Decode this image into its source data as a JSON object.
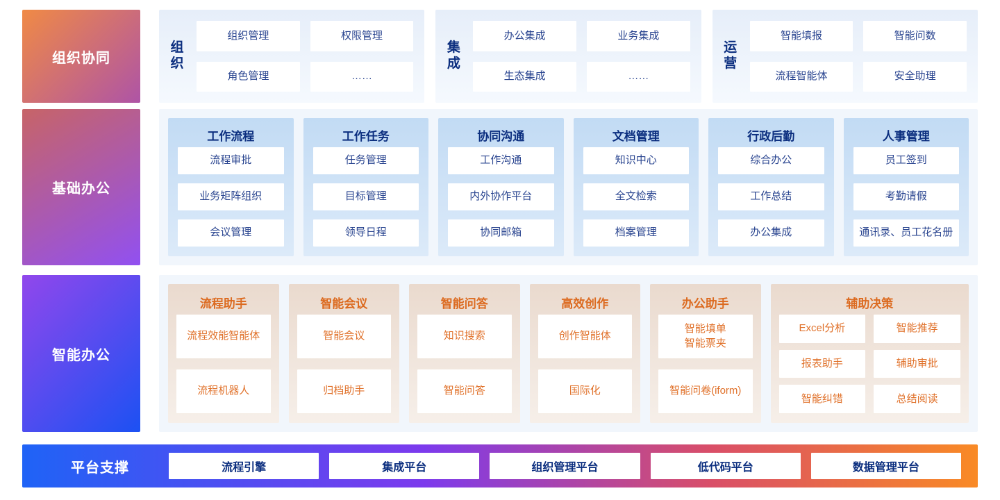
{
  "theme": {
    "navy_header": "#0B2E7F",
    "navy_text": "#2A4590",
    "orange_header": "#DC6A1F",
    "orange_text": "#E0712A",
    "row_panel_bg": "#F1F6FC",
    "blue_panel_top": "#E6EEF9",
    "blue_panel_bottom": "#F5F9FE",
    "blue_col_top": "#C2DBF4",
    "blue_col_bottom": "#DCEAF9",
    "tan_col_top": "#EADACE",
    "tan_col_bottom": "#F6EFE9",
    "label1_from": "#F08A45",
    "label1_to": "#AE54A6",
    "label2_from": "#C76467",
    "label2_to": "#9150F1",
    "label3_from": "#9147EC",
    "label3_to": "#1C51F3",
    "bar_c1": "#1F63F6",
    "bar_c2": "#7C3AED",
    "bar_c3": "#D94E68",
    "bar_c4": "#F98A25",
    "box_bg": "#FFFFFF"
  },
  "rows": [
    {
      "label": "组织协同",
      "groups": [
        {
          "name": "组织",
          "items": [
            "组织管理",
            "权限管理",
            "角色管理",
            "……"
          ]
        },
        {
          "name": "集成",
          "items": [
            "办公集成",
            "业务集成",
            "生态集成",
            "……"
          ]
        },
        {
          "name": "运营",
          "items": [
            "智能填报",
            "智能问数",
            "流程智能体",
            "安全助理"
          ]
        }
      ]
    },
    {
      "label": "基础办公",
      "columns": [
        {
          "header": "工作流程",
          "items": [
            "流程审批",
            "业务矩阵组织",
            "会议管理"
          ]
        },
        {
          "header": "工作任务",
          "items": [
            "任务管理",
            "目标管理",
            "领导日程"
          ]
        },
        {
          "header": "协同沟通",
          "items": [
            "工作沟通",
            "内外协作平台",
            "协同邮箱"
          ]
        },
        {
          "header": "文档管理",
          "items": [
            "知识中心",
            "全文检索",
            "档案管理"
          ]
        },
        {
          "header": "行政后勤",
          "items": [
            "综合办公",
            "工作总结",
            "办公集成"
          ]
        },
        {
          "header": "人事管理",
          "items": [
            "员工签到",
            "考勤请假",
            "通讯录、员工花名册"
          ]
        }
      ]
    },
    {
      "label": "智能办公",
      "columns": [
        {
          "header": "流程助手",
          "items": [
            "流程效能智能体",
            "流程机器人"
          ]
        },
        {
          "header": "智能会议",
          "items": [
            "智能会议",
            "归档助手"
          ]
        },
        {
          "header": "智能问答",
          "items": [
            "知识搜索",
            "智能问答"
          ]
        },
        {
          "header": "高效创作",
          "items": [
            "创作智能体",
            "国际化"
          ]
        },
        {
          "header": "办公助手",
          "items": [
            "智能填单\n智能票夹",
            "智能问卷(iform)"
          ]
        },
        {
          "header": "辅助决策",
          "wide": true,
          "items": [
            "Excel分析",
            "智能推荐",
            "报表助手",
            "辅助审批",
            "智能纠错",
            "总结阅读"
          ]
        }
      ]
    }
  ],
  "footer": {
    "label": "平台支撑",
    "items": [
      "流程引擎",
      "集成平台",
      "组织管理平台",
      "低代码平台",
      "数据管理平台"
    ]
  }
}
